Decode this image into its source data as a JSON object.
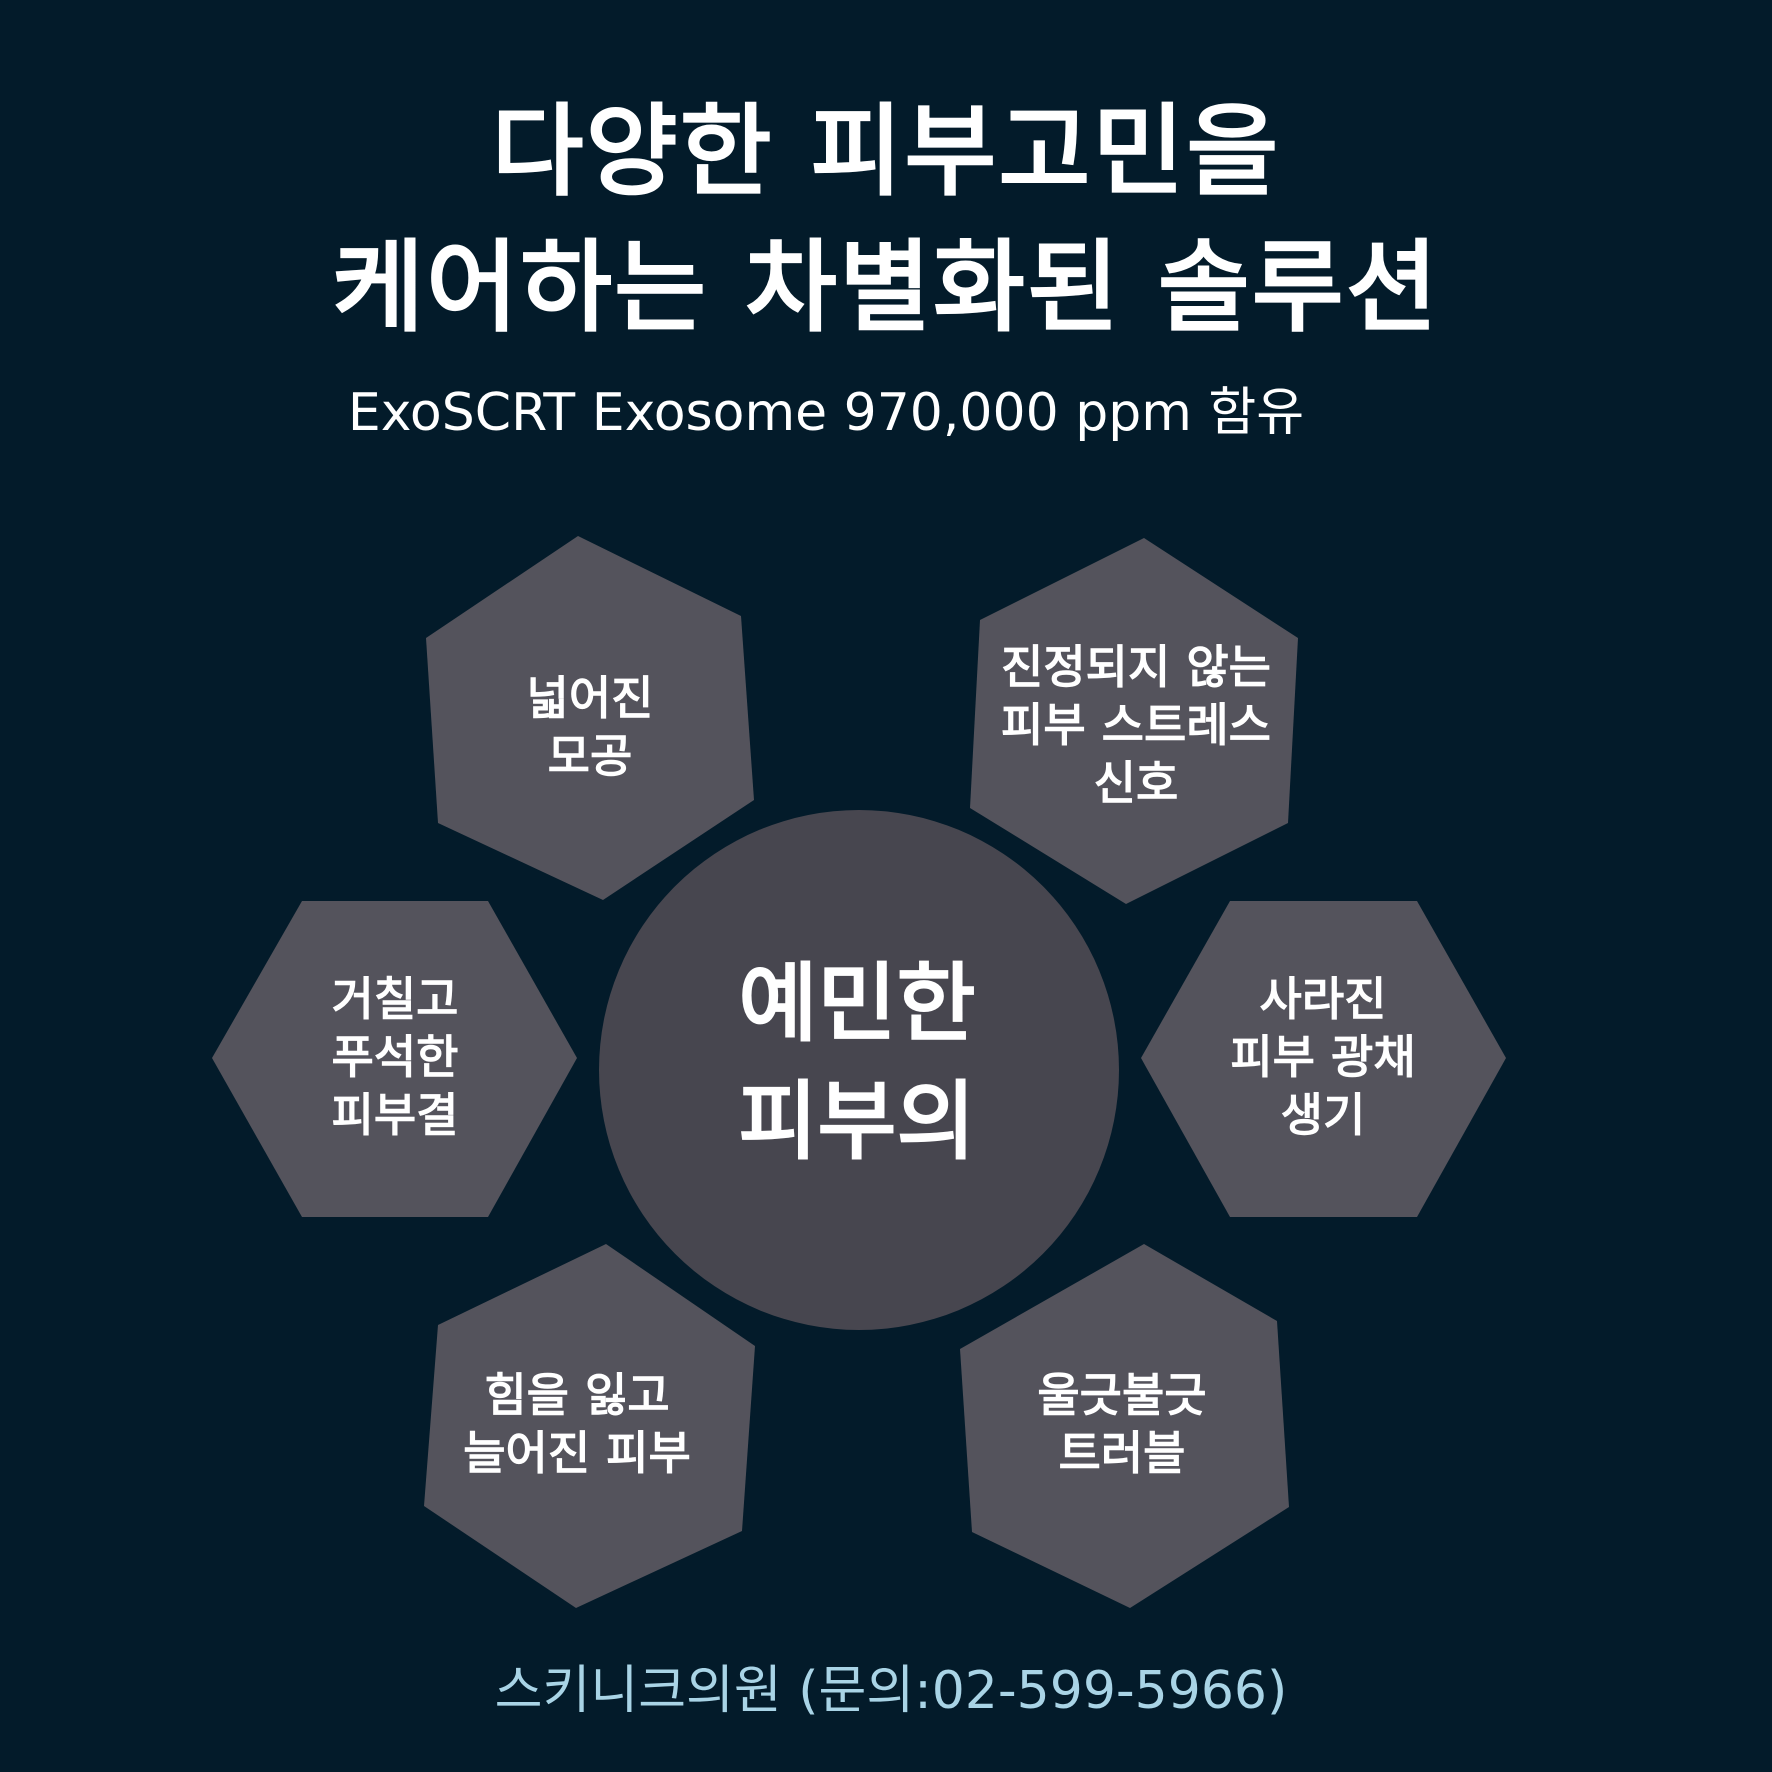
{
  "header": {
    "title_line1": "다양한 피부고민을",
    "title_line2": "케어하는 차별화된 솔루션",
    "subtitle": "ExoSCRT Exosome 970,000 ppm 함유"
  },
  "center": {
    "line1": "예민한",
    "line2": "피부의"
  },
  "concerns": [
    {
      "lines": [
        "넓어진",
        "모공"
      ]
    },
    {
      "lines": [
        "진정되지 않는",
        "피부 스트레스",
        "신호"
      ]
    },
    {
      "lines": [
        "거칠고",
        "푸석한",
        "피부결"
      ]
    },
    {
      "lines": [
        "사라진",
        "피부 광채",
        "생기"
      ]
    },
    {
      "lines": [
        "힘을 잃고",
        "늘어진 피부"
      ]
    },
    {
      "lines": [
        "울긋불긋",
        "트러블"
      ]
    }
  ],
  "footer": {
    "text": "스키니크의원 (문의:02-599-5966)"
  },
  "colors": {
    "background": "#031b2a",
    "hexagon": "#54535c",
    "circle": "#47464f",
    "footer_text": "#a9d4e6"
  }
}
